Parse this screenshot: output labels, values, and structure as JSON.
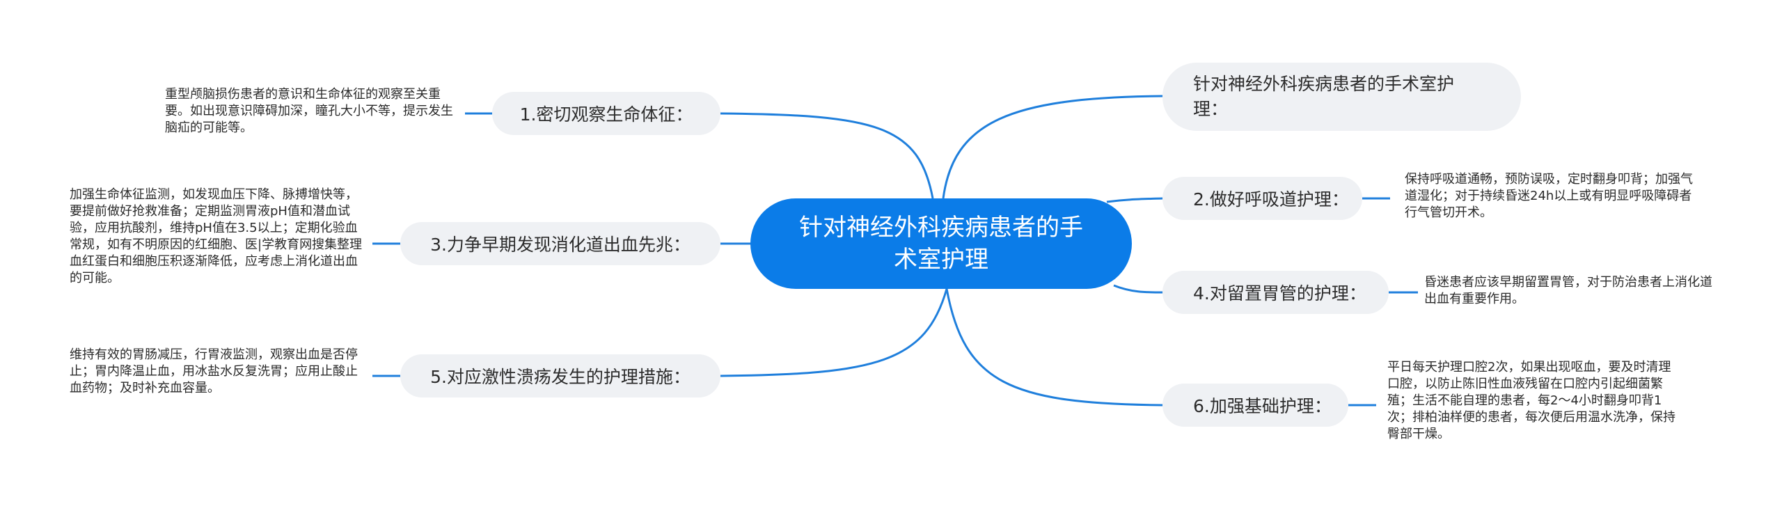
{
  "center": {
    "title": "针对神经外科疾病患者的手术室护理"
  },
  "branches": {
    "b1": {
      "label": "1.密切观察生命体征：",
      "note": "重型颅脑损伤患者的意识和生命体征的观察至关重要。如出现意识障碍加深，瞳孔大小不等，提示发生脑疝的可能等。"
    },
    "b3": {
      "label": "3.力争早期发现消化道出血先兆：",
      "note": "加强生命体征监测，如发现血压下降、脉搏增快等，要提前做好抢救准备；定期监测胃液pH值和潜血试验，应用抗酸剂，维持pH值在3.5以上；定期化验血常规，如有不明原因的红细胞、医|学教育网搜集整理血红蛋白和细胞压积逐渐降低，应考虑上消化道出血的可能。"
    },
    "b5": {
      "label": "5.对应激性溃疡发生的护理措施：",
      "note": "维持有效的胃肠减压，行胃液监测，观察出血是否停止；胃内降温止血，用冰盐水反复洗胃；应用止酸止血药物；及时补充血容量。"
    },
    "intro": {
      "label": "针对神经外科疾病患者的手术室护理："
    },
    "b2": {
      "label": "2.做好呼吸道护理：",
      "note": "保持呼吸道通畅，预防误吸，定时翻身叩背；加强气道湿化；对于持续昏迷24h以上或有明显呼吸障碍者行气管切开术。"
    },
    "b4": {
      "label": "4.对留置胃管的护理：",
      "note": "昏迷患者应该早期留置胃管，对于防治患者上消化道出血有重要作用。"
    },
    "b6": {
      "label": "6.加强基础护理：",
      "note": "平日每天护理口腔2次，如果出现呕血，要及时清理口腔，以防止陈旧性血液残留在口腔内引起细菌繁殖；生活不能自理的患者，每2～4小时翻身叩背1次；排柏油样便的患者，每次便后用温水洗净，保持臀部干燥。"
    }
  },
  "colors": {
    "accent": "#0b7ce8",
    "line": "#1f7fdc",
    "node": "#eff1f4"
  }
}
